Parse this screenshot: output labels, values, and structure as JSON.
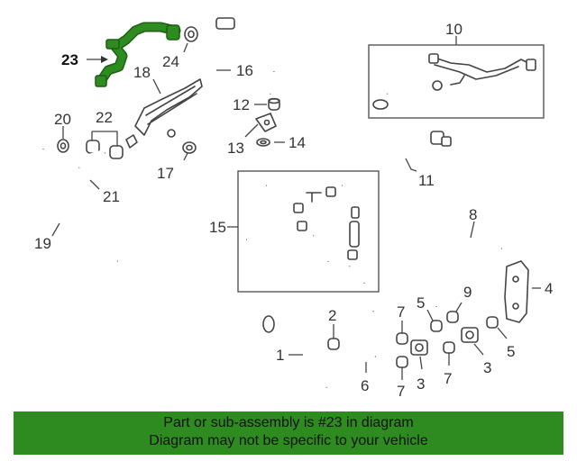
{
  "highlight_color": "#2e8b1f",
  "banner_color": "#2e8b1f",
  "callouts": [
    "23",
    "24",
    "16",
    "18",
    "10",
    "12",
    "20",
    "22",
    "13",
    "14",
    "17",
    "21",
    "11",
    "15",
    "8",
    "19",
    "4",
    "9",
    "7",
    "5",
    "2",
    "1",
    "6",
    "3"
  ],
  "banner": {
    "line1": "Part or sub-assembly is #23 in diagram",
    "line2": "Diagram may not be specific to your vehicle"
  }
}
